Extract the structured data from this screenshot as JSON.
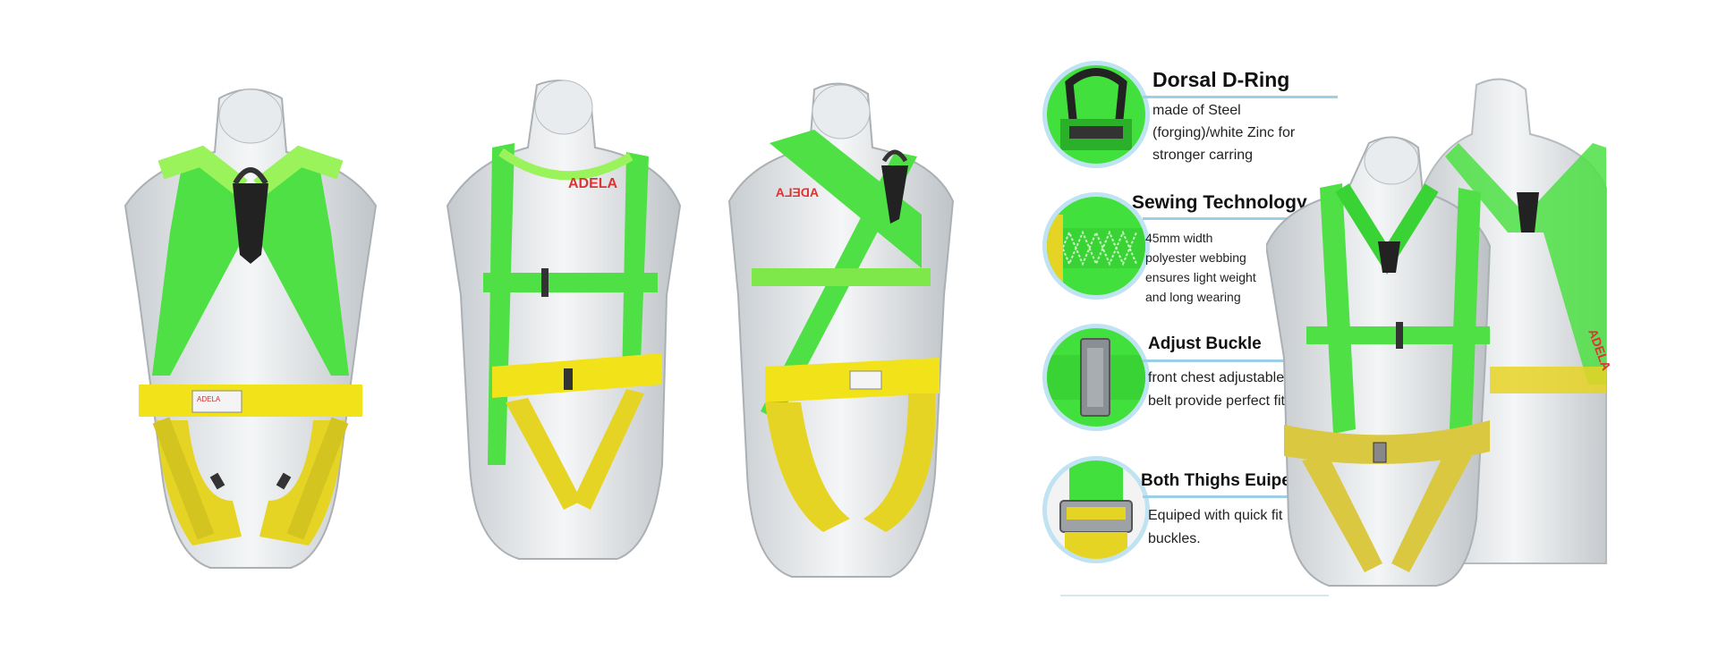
{
  "brand": {
    "logo_text": "ADELA"
  },
  "features": [
    {
      "title": "Dorsal D-Ring",
      "lines": [
        "made of Steel",
        "(forging)/white Zinc for",
        "stronger carring"
      ]
    },
    {
      "title": "Sewing Technology",
      "lines": [
        "45mm width",
        "polyester webbing",
        "ensures light weight",
        "and long wearing"
      ]
    },
    {
      "title": "Adjust Buckle",
      "lines": [
        "front chest adjustable",
        "belt provide perfect fit"
      ]
    },
    {
      "title": "Both Thighs Euiped",
      "lines": [
        "Equiped with quick fit",
        "buckles."
      ]
    }
  ],
  "colors": {
    "green_webbing": "#3fdc3a",
    "yellow_webbing": "#f2e21a",
    "badge_ring": "#bfe3f2",
    "rule": "#9dcfe6"
  },
  "icons": [
    "d-ring-icon",
    "stitching-icon",
    "buckle-icon",
    "thigh-buckle-icon"
  ]
}
